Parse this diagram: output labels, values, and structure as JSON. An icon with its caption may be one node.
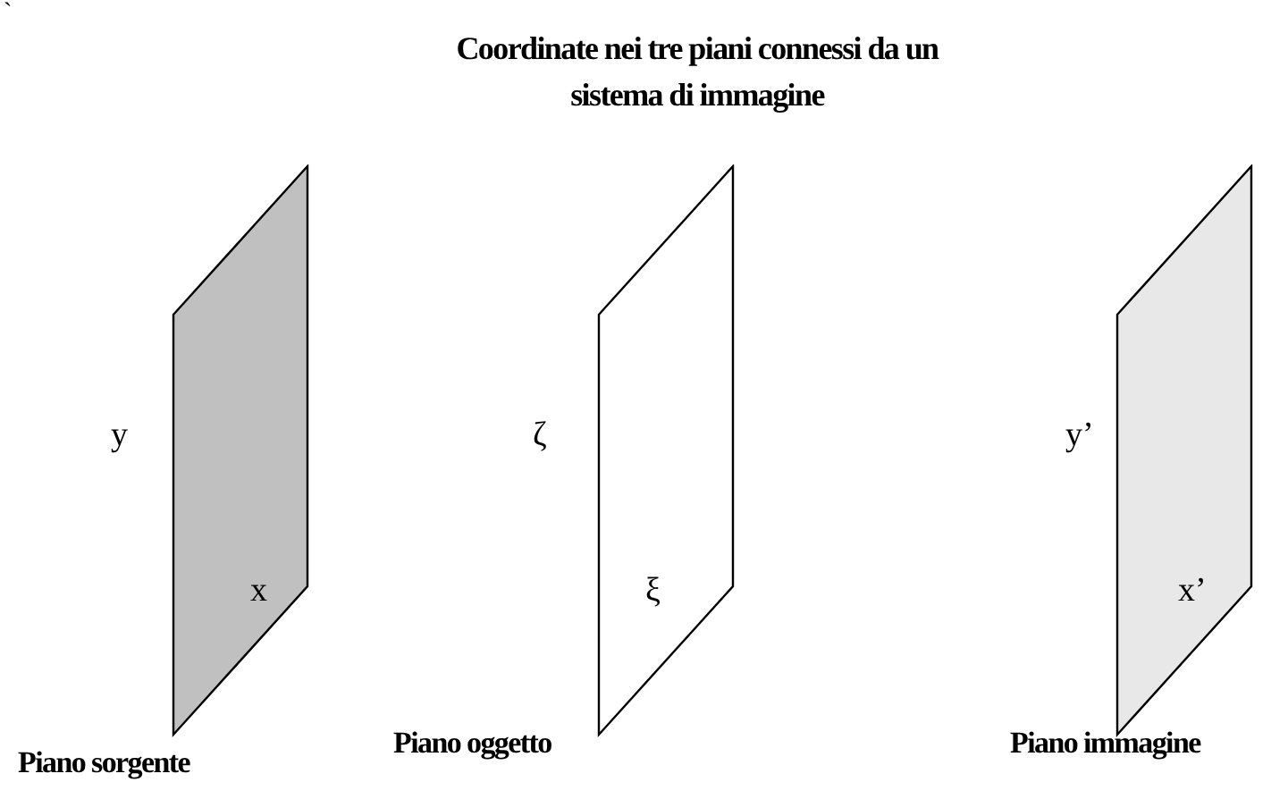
{
  "diagram": {
    "title": "Coordinate nei tre piani connessi da un sistema di immagine",
    "nodes": [
      {
        "text": [
          "x",
          "Piano sorgente"
        ],
        "beside": [
          "y"
        ]
      },
      {
        "text": [
          "ξ",
          "Piano oggetto"
        ],
        "beside": [
          "ζ"
        ]
      },
      {
        "text": [
          "x’",
          "Piano immagine"
        ],
        "beside": [
          "y’"
        ]
      }
    ],
    "labels": [
      "`"
    ]
  }
}
